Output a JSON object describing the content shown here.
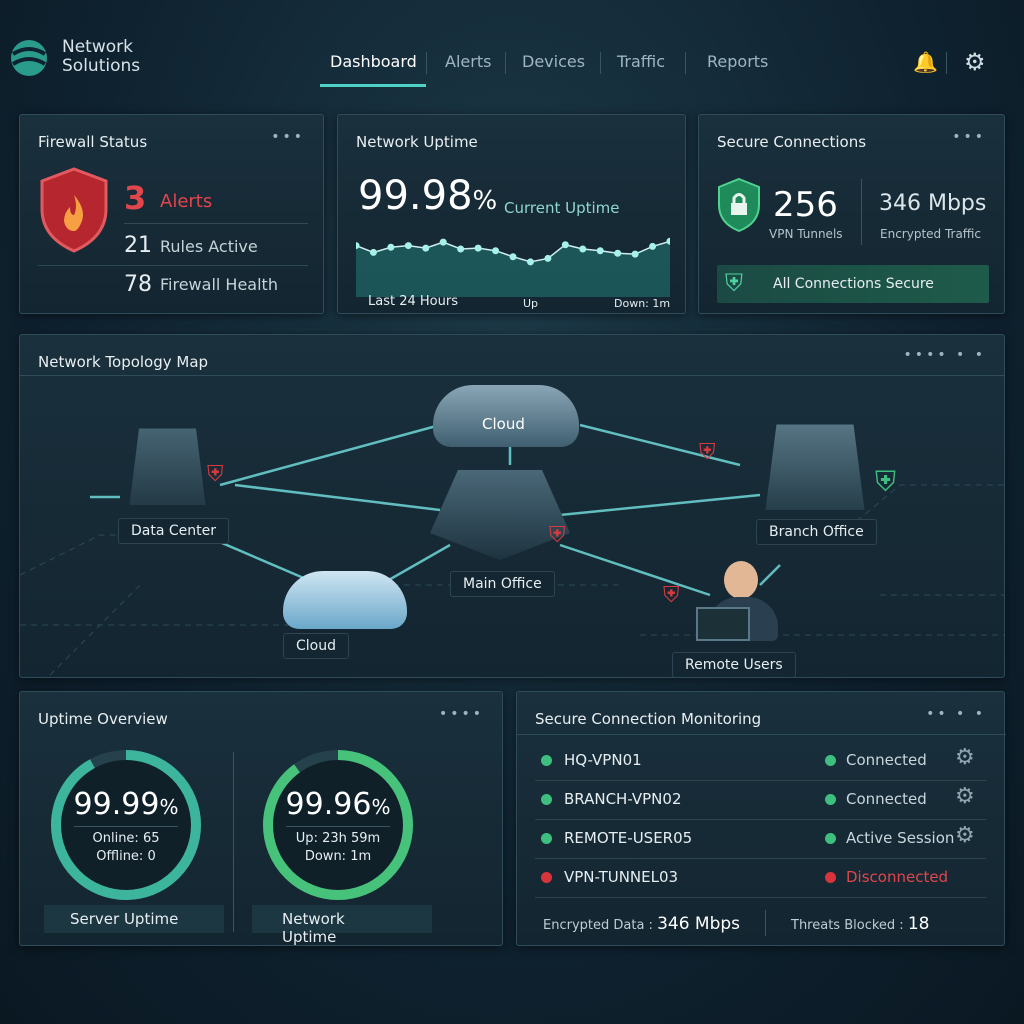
{
  "brand": {
    "name_line1": "Network",
    "name_line2": "Solutions"
  },
  "nav": {
    "items": [
      "Dashboard",
      "Alerts",
      "Devices",
      "Traffic",
      "Reports"
    ],
    "active": "Dashboard"
  },
  "icons": {
    "bell": "bell-icon",
    "gear": "gear-icon"
  },
  "firewall": {
    "title": "Firewall Status",
    "alerts_count": "3",
    "alerts_label": "Alerts",
    "rules_count": "21",
    "rules_label": "Rules Active",
    "health_value": "78",
    "health_label": "Firewall Health"
  },
  "uptime": {
    "title": "Network Uptime",
    "value": "99.98",
    "unit": "%",
    "label": "Current Uptime",
    "period": "Last 24 Hours",
    "up_label": "Up",
    "down_label": "Down: 1m",
    "sparkline": [
      60,
      52,
      58,
      60,
      57,
      64,
      56,
      57,
      54,
      47,
      41,
      45,
      61,
      56,
      54,
      51,
      50,
      59,
      65
    ]
  },
  "secure": {
    "title": "Secure Connections",
    "tunnels": "256",
    "tunnels_label": "VPN Tunnels",
    "traffic": "346 Mbps",
    "traffic_label": "Encrypted Traffic",
    "status": "All Connections Secure"
  },
  "topology": {
    "title": "Network Topology Map",
    "nodes": {
      "data_center": "Data Center",
      "cloud_top": "Cloud",
      "main_office": "Main Office",
      "branch_office": "Branch Office",
      "cloud_bottom": "Cloud",
      "remote_users": "Remote Users"
    }
  },
  "uptime_overview": {
    "title": "Uptime Overview",
    "server": {
      "value": "99.99",
      "unit": "%",
      "line1": "Online: 65",
      "line2": "Offline: 0",
      "label": "Server Uptime",
      "fill": 0.92
    },
    "network": {
      "value": "99.96",
      "unit": "%",
      "line1": "Up: 23h 59m",
      "line2": "Down: 1m",
      "label": "Network Uptime",
      "fill": 0.9
    }
  },
  "monitoring": {
    "title": "Secure Connection Monitoring",
    "rows": [
      {
        "name": "HQ-VPN01",
        "status": "Connected",
        "color": "#3fbf7f",
        "status_color": "#c9d6dc"
      },
      {
        "name": "BRANCH-VPN02",
        "status": "Connected",
        "color": "#3fbf7f",
        "status_color": "#c9d6dc"
      },
      {
        "name": "REMOTE-USER05",
        "status": "Active Session",
        "color": "#3fbf7f",
        "status_color": "#c9d6dc"
      },
      {
        "name": "VPN-TUNNEL03",
        "status": "Disconnected",
        "color": "#d8343c",
        "status_color": "#e0464c"
      }
    ],
    "encrypted_label": "Encrypted Data :",
    "encrypted_value": "346 Mbps",
    "threats_label": "Threats Blocked :",
    "threats_value": "18"
  },
  "colors": {
    "accent": "#4fd1c5",
    "alert": "#e0464c",
    "ok": "#3fbf7f"
  }
}
